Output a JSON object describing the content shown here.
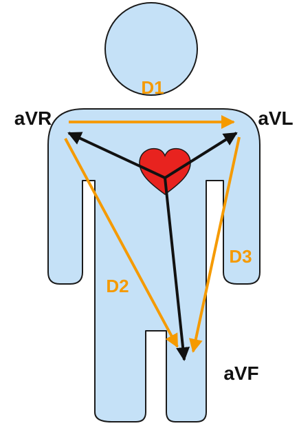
{
  "colors": {
    "body_fill": "#c5e1f7",
    "body_stroke": "#1a1a1a",
    "heart": "#e8231f",
    "einthoven_arrows": "#f59a00",
    "augmented_arrows": "#111111",
    "lead_text": "#111111",
    "einthoven_text": "#f59a00"
  },
  "leads": {
    "avr": "aVR",
    "avl": "aVL",
    "avf": "aVF",
    "d1": "D1",
    "d2": "D2",
    "d3": "D3"
  }
}
